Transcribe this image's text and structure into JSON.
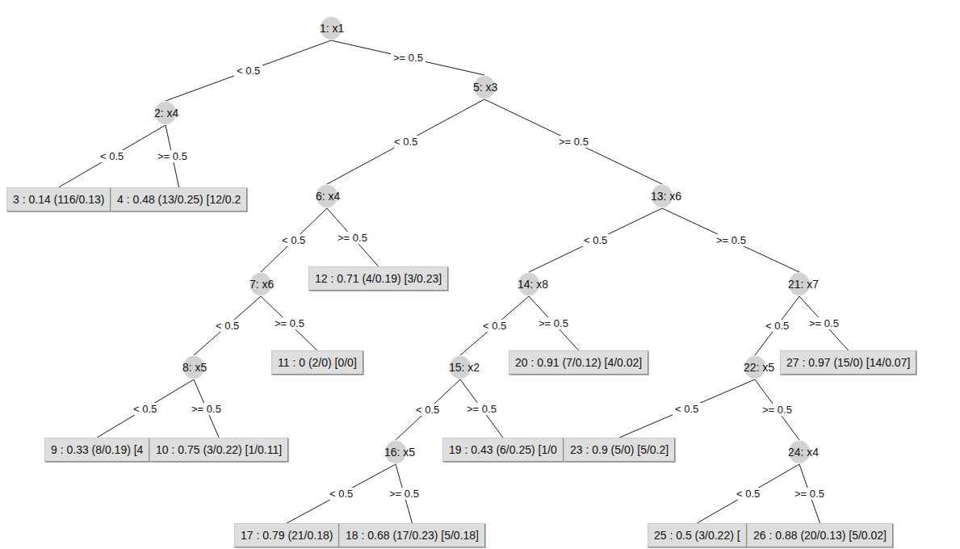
{
  "diagram": {
    "nodes": [
      {
        "text": [
          "1: x1"
        ]
      },
      {
        "text": [
          "2: x4"
        ]
      },
      {
        "text": [
          "5: x3"
        ]
      },
      {
        "text": [
          "3 : 0.14 (116/0.13)"
        ]
      },
      {
        "text": [
          "4 : 0.48 (13/0.25) [12/0.2"
        ]
      },
      {
        "text": [
          "6: x4"
        ]
      },
      {
        "text": [
          "13: x6"
        ]
      },
      {
        "text": [
          "7: x6"
        ]
      },
      {
        "text": [
          "12 : 0.71 (4/0.19) [3/0.23]"
        ]
      },
      {
        "text": [
          "14: x8"
        ]
      },
      {
        "text": [
          "21: x7"
        ]
      },
      {
        "text": [
          "8: x5"
        ]
      },
      {
        "text": [
          "11 : 0 (2/0) [0/0]"
        ]
      },
      {
        "text": [
          "15: x2"
        ]
      },
      {
        "text": [
          "20 : 0.91 (7/0.12) [4/0.02]"
        ]
      },
      {
        "text": [
          "22: x5"
        ]
      },
      {
        "text": [
          "27 : 0.97 (15/0) [14/0.07]"
        ]
      },
      {
        "text": [
          "9 : 0.33 (8/0.19) [4"
        ]
      },
      {
        "text": [
          "10 : 0.75 (3/0.22) [1/0.11]"
        ]
      },
      {
        "text": [
          "16: x5"
        ]
      },
      {
        "text": [
          "19 : 0.43 (6/0.25) [1/0"
        ]
      },
      {
        "text": [
          "23 : 0.9 (5/0) [5/0.2]"
        ]
      },
      {
        "text": [
          "24: x4"
        ]
      },
      {
        "text": [
          "17 : 0.79 (21/0.18)"
        ]
      },
      {
        "text": [
          "18 : 0.68 (17/0.23) [5/0.18]"
        ]
      },
      {
        "text": [
          "25 : 0.5 (3/0.22) ["
        ]
      },
      {
        "text": [
          "26 : 0.88 (20/0.13) [5/0.02]"
        ]
      }
    ],
    "edges": [
      {
        "from": 0,
        "to": 1,
        "label": "< 0.5",
        "arrow": "none"
      },
      {
        "from": 0,
        "to": 2,
        "label": ">= 0.5",
        "arrow": "none"
      },
      {
        "from": 1,
        "to": 3,
        "label": "< 0.5",
        "arrow": "none"
      },
      {
        "from": 1,
        "to": 4,
        "label": ">= 0.5",
        "arrow": "none"
      },
      {
        "from": 2,
        "to": 5,
        "label": "< 0.5",
        "arrow": "none"
      },
      {
        "from": 2,
        "to": 6,
        "label": ">= 0.5",
        "arrow": "none"
      },
      {
        "from": 5,
        "to": 7,
        "label": "< 0.5",
        "arrow": "none"
      },
      {
        "from": 5,
        "to": 8,
        "label": ">= 0.5",
        "arrow": "none"
      },
      {
        "from": 6,
        "to": 9,
        "label": "< 0.5",
        "arrow": "none"
      },
      {
        "from": 6,
        "to": 10,
        "label": ">= 0.5",
        "arrow": "none"
      },
      {
        "from": 7,
        "to": 11,
        "label": "< 0.5",
        "arrow": "none"
      },
      {
        "from": 7,
        "to": 12,
        "label": ">= 0.5",
        "arrow": "none"
      },
      {
        "from": 9,
        "to": 13,
        "label": "< 0.5",
        "arrow": "none"
      },
      {
        "from": 9,
        "to": 14,
        "label": ">= 0.5",
        "arrow": "none"
      },
      {
        "from": 10,
        "to": 15,
        "label": "< 0.5",
        "arrow": "none"
      },
      {
        "from": 10,
        "to": 16,
        "label": ">= 0.5",
        "arrow": "none"
      },
      {
        "from": 11,
        "to": 17,
        "label": "< 0.5",
        "arrow": "none"
      },
      {
        "from": 11,
        "to": 18,
        "label": ">= 0.5",
        "arrow": "none"
      },
      {
        "from": 13,
        "to": 19,
        "label": "< 0.5",
        "arrow": "none"
      },
      {
        "from": 13,
        "to": 20,
        "label": ">= 0.5",
        "arrow": "none"
      },
      {
        "from": 15,
        "to": 21,
        "label": "< 0.5",
        "arrow": "none"
      },
      {
        "from": 15,
        "to": 22,
        "label": ">= 0.5",
        "arrow": "none"
      },
      {
        "from": 19,
        "to": 23,
        "label": "< 0.5",
        "arrow": "none"
      },
      {
        "from": 19,
        "to": 24,
        "label": ">= 0.5",
        "arrow": "none"
      },
      {
        "from": 22,
        "to": 25,
        "label": "< 0.5",
        "arrow": "none"
      },
      {
        "from": 22,
        "to": 26,
        "label": ">= 0.5",
        "arrow": "none"
      }
    ]
  }
}
